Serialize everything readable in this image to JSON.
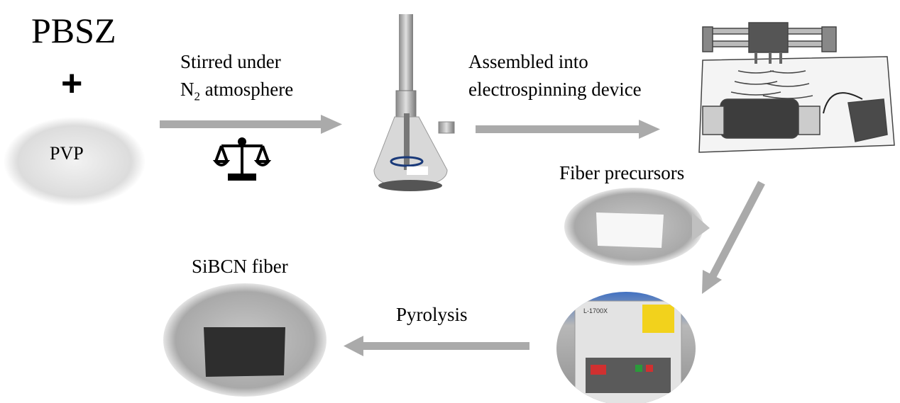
{
  "reactant1": "PBSZ",
  "plus": "+",
  "reactant2": "PVP",
  "step1": {
    "line1": "Stirred under",
    "line2_main": "N",
    "line2_sub": "2",
    "line2_rest": " atmosphere"
  },
  "step2": {
    "line1": "Assembled into",
    "line2": "electrospinning device"
  },
  "precursor_label": "Fiber precursors",
  "step3": "Pyrolysis",
  "product_label": "SiBCN fiber",
  "furnace_label": "L-1700X",
  "colors": {
    "arrow": "#aaaaaa",
    "fiber": "#2e2e2e"
  }
}
